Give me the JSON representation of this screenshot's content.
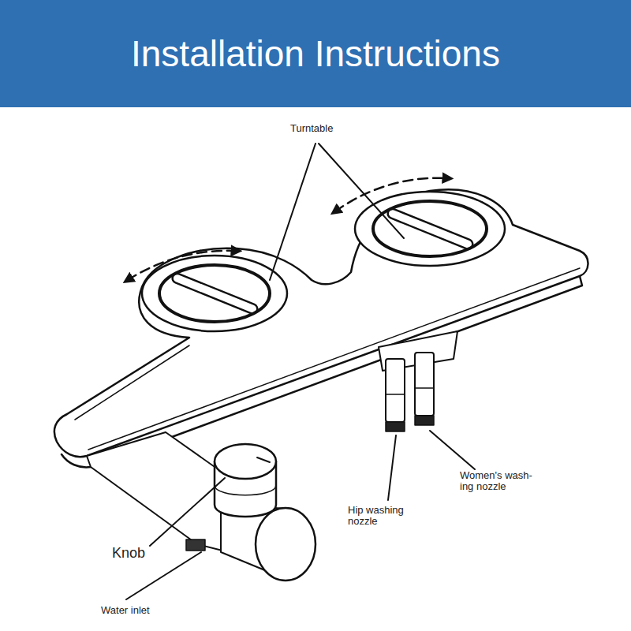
{
  "diagram": {
    "title": "Installation Instructions",
    "labels": [
      "Turntable",
      "Women's wash- ing nozzle",
      "Hip washing nozzle",
      "Knob",
      "Water inlet"
    ]
  }
}
